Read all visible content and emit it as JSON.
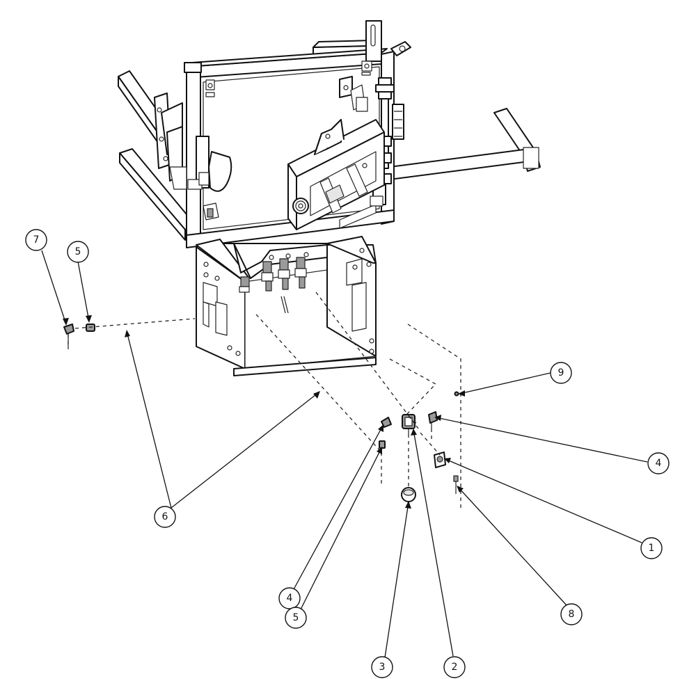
{
  "callouts": [
    {
      "id": "c7a",
      "label": "7"
    },
    {
      "id": "c5a",
      "label": "5"
    },
    {
      "id": "c9",
      "label": "9"
    },
    {
      "id": "c4a",
      "label": "4"
    },
    {
      "id": "c6",
      "label": "6"
    },
    {
      "id": "c1",
      "label": "1"
    },
    {
      "id": "c4b",
      "label": "4"
    },
    {
      "id": "c5b",
      "label": "5"
    },
    {
      "id": "c8",
      "label": "8"
    },
    {
      "id": "c3",
      "label": "3"
    },
    {
      "id": "c2",
      "label": "2"
    }
  ],
  "colors": {
    "line": "#111111",
    "paper": "#ffffff"
  }
}
